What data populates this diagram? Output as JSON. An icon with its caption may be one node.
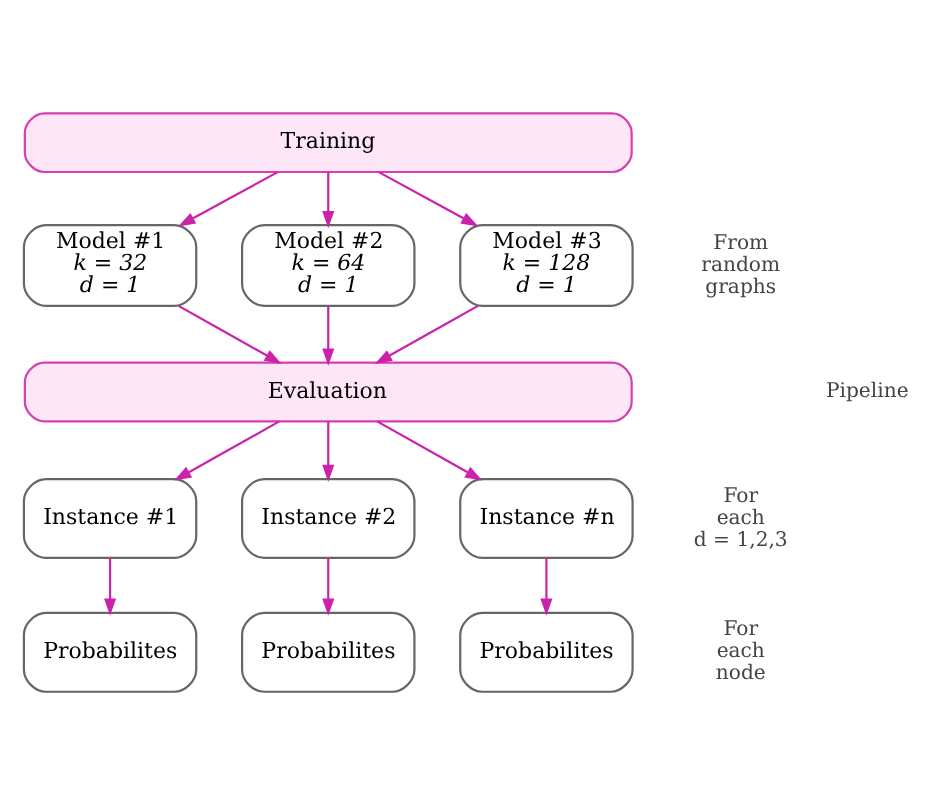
{
  "diagram": {
    "nodes": [
      {
        "text": [
          "Training"
        ]
      },
      {
        "text": [
          "Model #1",
          "k = 32",
          "d = 1"
        ]
      },
      {
        "text": [
          "Model #2",
          "k = 64",
          "d = 1"
        ]
      },
      {
        "text": [
          "Model #3",
          "k = 128",
          "d = 1"
        ]
      },
      {
        "text": [
          "Evaluation"
        ]
      },
      {
        "text": [
          "Instance #1"
        ]
      },
      {
        "text": [
          "Instance #2"
        ]
      },
      {
        "text": [
          "Instance #n"
        ]
      },
      {
        "text": [
          "Probabilites"
        ]
      },
      {
        "text": [
          "Probabilites"
        ]
      },
      {
        "text": [
          "Probabilites"
        ]
      }
    ],
    "edges": [
      {
        "from": 0,
        "to": 1,
        "arrow": "to"
      },
      {
        "from": 0,
        "to": 2,
        "arrow": "to"
      },
      {
        "from": 0,
        "to": 3,
        "arrow": "to"
      },
      {
        "from": 1,
        "to": 4,
        "arrow": "to"
      },
      {
        "from": 2,
        "to": 4,
        "arrow": "to"
      },
      {
        "from": 3,
        "to": 4,
        "arrow": "to"
      },
      {
        "from": 4,
        "to": 5,
        "arrow": "to"
      },
      {
        "from": 4,
        "to": 6,
        "arrow": "to"
      },
      {
        "from": 4,
        "to": 7,
        "arrow": "to"
      },
      {
        "from": 5,
        "to": 8,
        "arrow": "to"
      },
      {
        "from": 6,
        "to": 9,
        "arrow": "to"
      },
      {
        "from": 7,
        "to": 10,
        "arrow": "to"
      }
    ],
    "labels": [
      "From random graphs",
      "For each d = 1,2,3",
      "For each node",
      "Pipeline"
    ]
  }
}
